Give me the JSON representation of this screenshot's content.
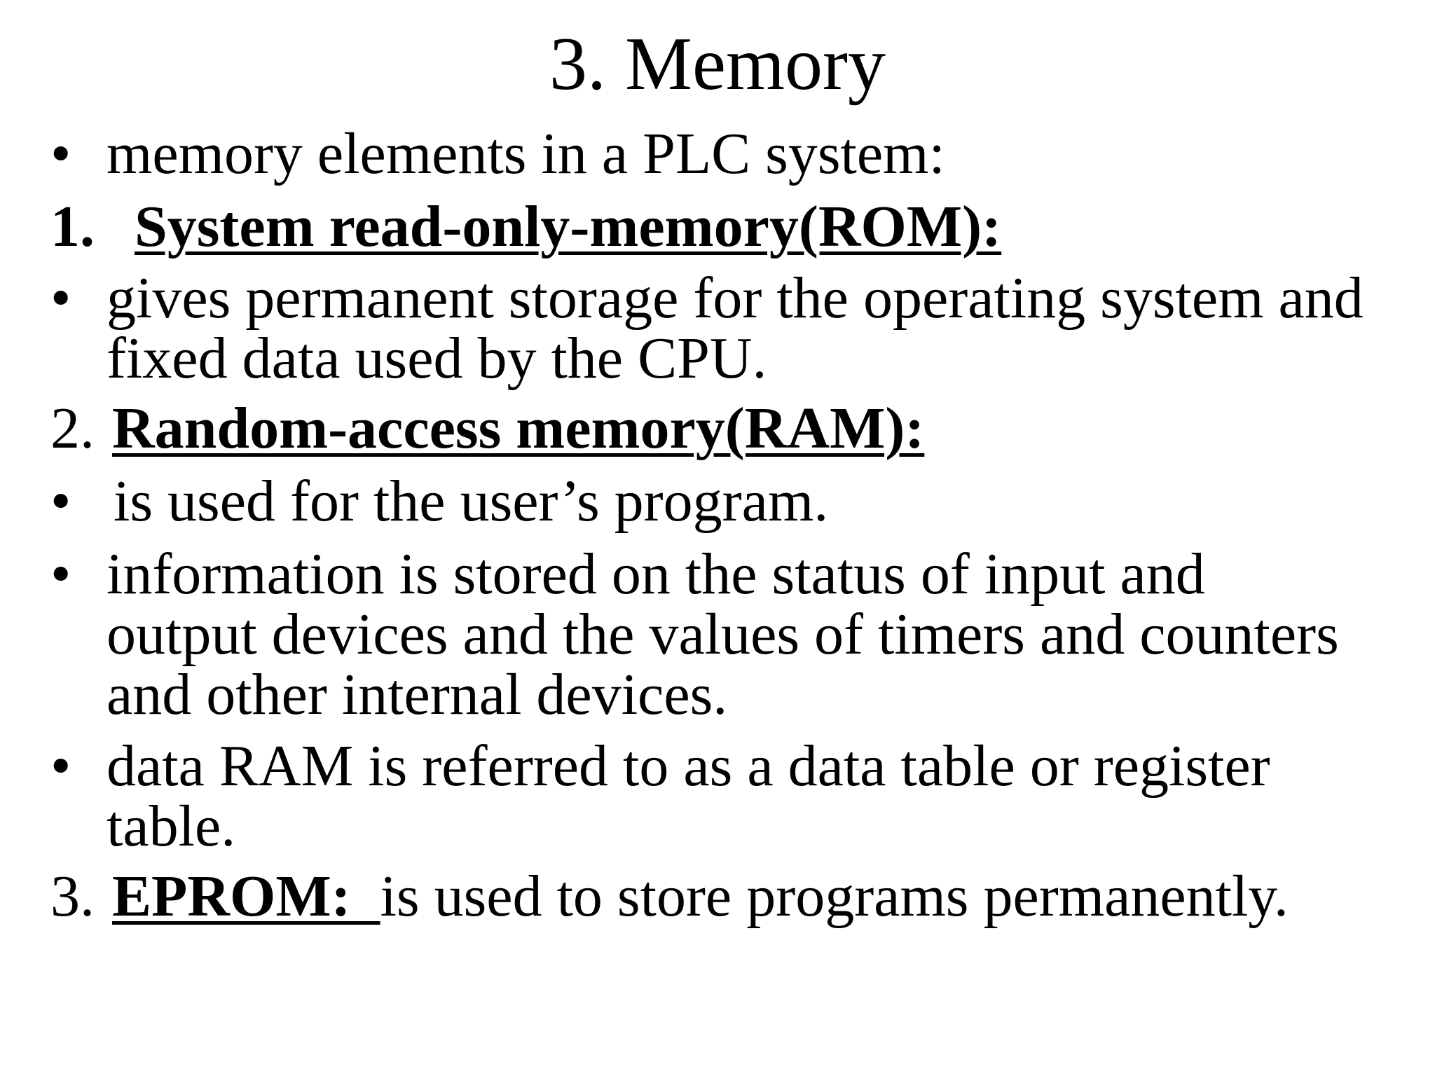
{
  "title": "3. Memory",
  "intro": {
    "bullet": "•",
    "text": "memory elements in a PLC system:"
  },
  "rom": {
    "number": "1.",
    "heading": "System read-only-memory(ROM):",
    "bullet": "•",
    "lines": [
      "gives permanent storage for the operating system and",
      "fixed data used by the CPU."
    ]
  },
  "ram": {
    "number": "2.",
    "heading": "Random-access memory(RAM):",
    "bullets": [
      {
        "bullet": "•",
        "lines": [
          "is used for the user’s program."
        ]
      },
      {
        "bullet": "•",
        "lines": [
          "information is stored on the status of input and",
          "output devices and the values of timers and counters",
          "and other internal devices."
        ]
      },
      {
        "bullet": "•",
        "lines": [
          "data RAM is referred to as a data table or register",
          "table."
        ]
      }
    ]
  },
  "eprom": {
    "number": "3.",
    "heading": "EPROM:  ",
    "text": "is used to store programs permanently."
  }
}
